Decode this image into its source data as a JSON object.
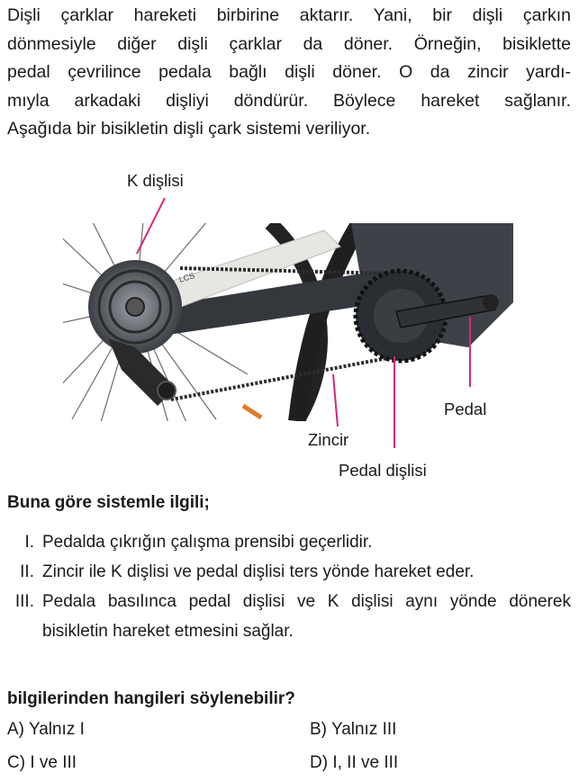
{
  "intro_lines": [
    "Dişli çarklar hareketi birbirine aktarır. Yani, bir dişli çarkın",
    "dönmesiyle diğer dişli çarklar da döner. Örneğin, bisiklette",
    "pedal çevrilince pedala bağlı dişli döner. O da zincir yardı-",
    "mıyla arkadaki dişliyi döndürür. Böylece hareket sağlanır.",
    "Aşağıda bir bisikletin dişli çark sistemi veriliyor."
  ],
  "figure": {
    "labels": {
      "k_gear": "K dişlisi",
      "pedal": "Pedal",
      "chain": "Zincir",
      "pedal_gear": "Pedal dişlisi"
    },
    "frame_text": "LCS"
  },
  "question": {
    "lead": "Buna göre sistemle ilgili;",
    "statements": [
      {
        "num": "I.",
        "text": "Pedalda çıkrığın çalışma prensibi geçerlidir."
      },
      {
        "num": "II.",
        "text": "Zincir ile K dişlisi ve pedal dişlisi ters yönde hareket eder."
      },
      {
        "num": "III.",
        "text": "Pedala basılınca pedal dişlisi ve K dişlisi aynı yönde dönerek bisikletin hareket etmesini sağlar."
      }
    ],
    "tail": "bilgilerinden hangileri söylenebilir?",
    "options": [
      {
        "letter": "A)",
        "text": "Yalnız I"
      },
      {
        "letter": "B)",
        "text": "Yalnız III"
      },
      {
        "letter": "C)",
        "text": "I ve III"
      },
      {
        "letter": "D)",
        "text": "I, II ve III"
      }
    ]
  },
  "colors": {
    "text": "#1a1a1a",
    "pointer_line": "#d6287a",
    "frame_grey": "#3e4248",
    "frame_white": "#e6e6e2",
    "tire": "#222222"
  }
}
